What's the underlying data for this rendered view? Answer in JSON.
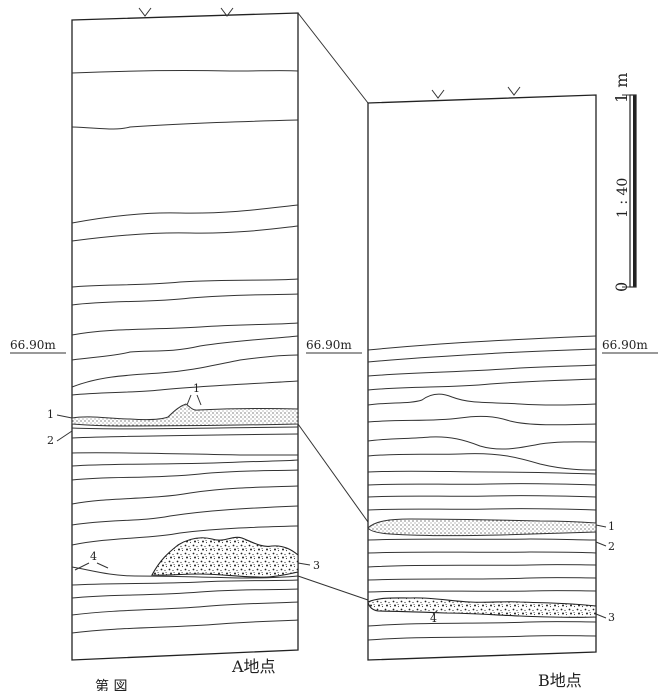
{
  "section_a": {
    "name": "A地点",
    "elevation": "66.90m",
    "layer_labels": [
      "1",
      "1",
      "2",
      "3",
      "4"
    ]
  },
  "section_b": {
    "name": "B地点",
    "elevation": "66.90m",
    "layer_labels": [
      "1",
      "2",
      "3",
      "4"
    ]
  },
  "middle_elevation": "66.90m",
  "scale_bar": {
    "top_label": "1 m",
    "ratio": "1 : 40",
    "bottom_label": "0"
  },
  "caption_fragment": "第 図"
}
